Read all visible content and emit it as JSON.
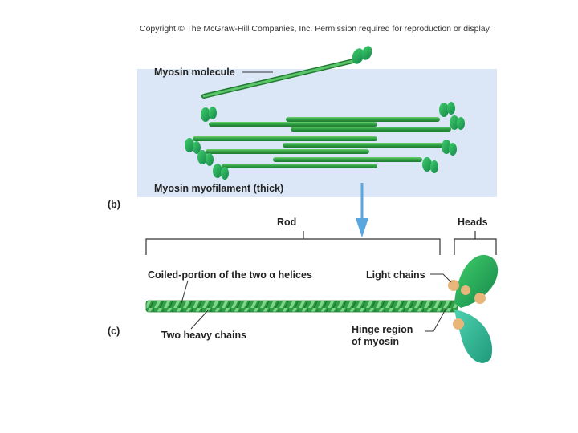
{
  "copyright": "Copyright © The McGraw-Hill Companies, Inc. Permission required for reproduction or display.",
  "panel_b": {
    "letter": "(b)",
    "molecule_label": "Myosin molecule",
    "myofilament_label": "Myosin myofilament (thick)"
  },
  "panel_c": {
    "letter": "(c)",
    "rod_label": "Rod",
    "heads_label": "Heads",
    "coiled_label": "Coiled-portion of the two α helices",
    "light_chains_label": "Light chains",
    "heavy_chains_label": "Two heavy chains",
    "hinge_label_line1": "Hinge region",
    "hinge_label_line2": "of myosin"
  },
  "colors": {
    "panel_background": "#dbe7f6",
    "myosin_green": "#3aa84a",
    "myosin_dark_green": "#1f7a30",
    "head_teal": "#2bb07a",
    "light_chain_orange": "#e8b57a",
    "arrow_blue": "#5aa7df"
  }
}
